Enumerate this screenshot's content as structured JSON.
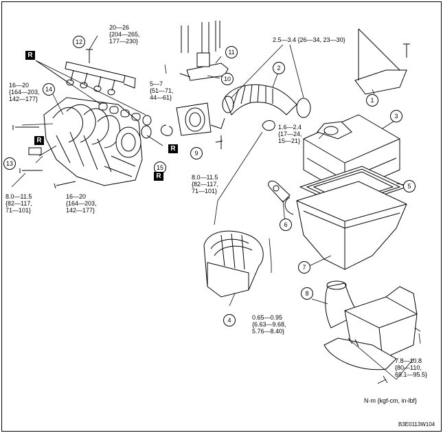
{
  "diagram": {
    "callouts": [
      "1",
      "2",
      "3",
      "4",
      "5",
      "6",
      "7",
      "8",
      "9",
      "10",
      "11",
      "12",
      "13",
      "14",
      "15"
    ],
    "torques": {
      "t1": "20—26\n{204—265,\n177—230}",
      "t2": "16—20\n{164—203,\n142—177}",
      "t3": "5—7\n{51—71,\n44—61}",
      "t4": "2.5—3.4 {26—34, 23—30}",
      "t5": "1.6—2.4\n{17—24,\n15—21}",
      "t6": "8.0—11.5\n{82—117,\n71—101}",
      "t7": "8.0—11.5\n{82—117,\n71—101}",
      "t8": "16—20\n{164—203,\n142—177}",
      "t9": "0.65—0.95\n{6.63—9.68,\n5.76—8.40}",
      "t10": "7.8—10.8\n{80—110,\n69.1—95.5}"
    },
    "replace_marker": "R",
    "units_note": "N·m {kgf-cm, in-lbf}",
    "figure_code": "B3E0113W104"
  }
}
